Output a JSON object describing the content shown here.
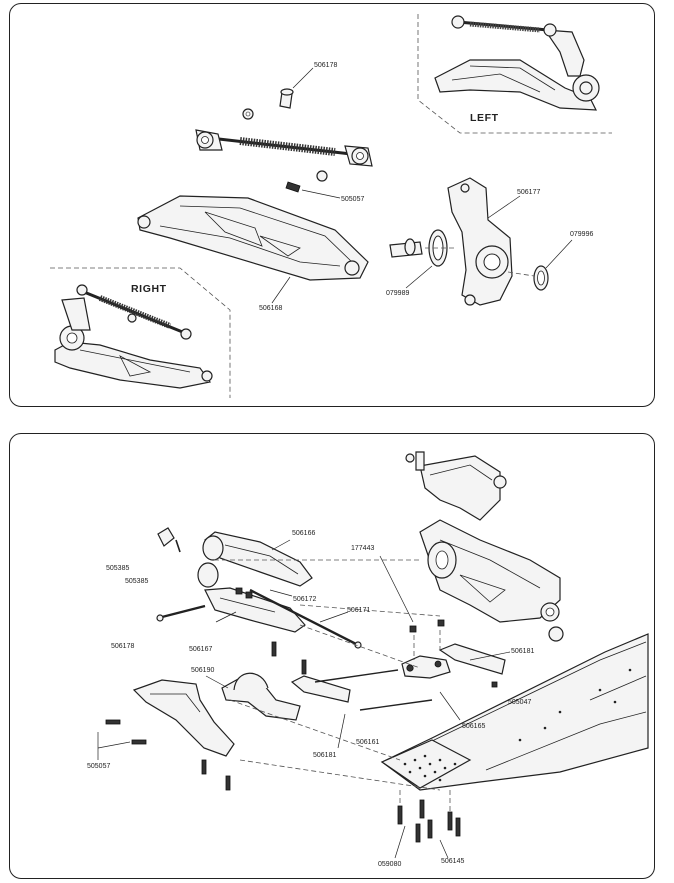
{
  "top_panel": {
    "labels": {
      "left": "LEFT",
      "right": "RIGHT",
      "p506178": "506178",
      "p505057": "505057",
      "p506177": "506177",
      "p079996": "079996",
      "p079989": "079989",
      "p506168": "506168"
    }
  },
  "bottom_panel": {
    "labels": {
      "p506166": "506166",
      "p505385a": "505385",
      "p505385b": "505385",
      "p177443": "177443",
      "p506172": "506172",
      "p506171": "506171",
      "p506178": "506178",
      "p506167": "506167",
      "p506190": "506190",
      "p506181a": "506181",
      "p505047": "505047",
      "p506165": "506165",
      "p505057": "505057",
      "p506181b": "506181",
      "p506161": "506161",
      "p059080": "059080",
      "p506145": "506145"
    }
  }
}
